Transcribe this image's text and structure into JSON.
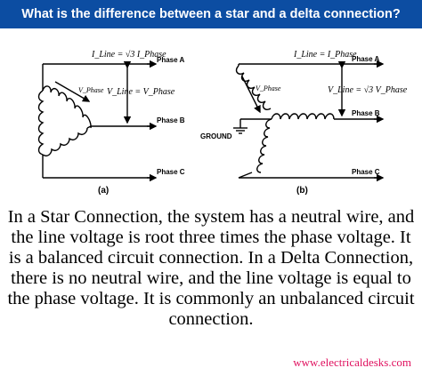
{
  "header": {
    "title": "What is the difference between a star and a delta connection?",
    "background_color": "#0c4da2",
    "text_color": "#ffffff"
  },
  "figure_a": {
    "eq_line": "I_Line = √3 I_Phase",
    "eq_volt": "V_Line = V_Phase",
    "phase_a": "Phase A",
    "phase_b": "Phase B",
    "phase_c": "Phase C",
    "v_phase": "V_Phase",
    "caption": "(a)"
  },
  "figure_b": {
    "eq_line": "I_Line = I_Phase",
    "eq_volt": "V_Line = √3 V_Phase",
    "phase_a": "Phase A",
    "phase_b": "Phase B",
    "phase_c": "Phase C",
    "v_phase": "V_Phase",
    "ground": "GROUND",
    "caption": "(b)"
  },
  "description": "In a Star Connection, the system has a neutral wire, and the line voltage is root three times the phase voltage. It is a balanced circuit connection. In a Delta Connection, there is no neutral wire, and the line voltage is equal to the phase voltage. It is commonly an unbalanced circuit connection.",
  "website": "www.electricaldesks.com",
  "website_color": "#e0115f"
}
